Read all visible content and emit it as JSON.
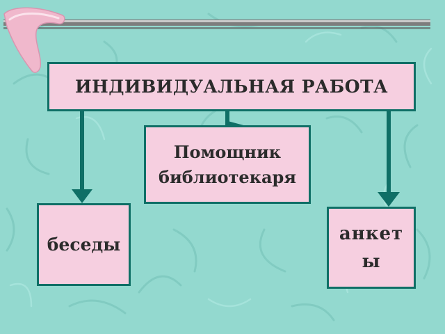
{
  "colors": {
    "background": "#93d9cf",
    "box_fill": "#f6cfe0",
    "box_border": "#0f6f66",
    "arrow": "#0f6f66",
    "bar": "#8a8a8a",
    "boomerang": "#f0b8cc"
  },
  "icons": [
    "boomerang-icon",
    "arrow-down-icon",
    "arrow-right-icon"
  ],
  "diagram": {
    "main_node": {
      "label": "ИНДИВИДУАЛЬНАЯ РАБОТА"
    },
    "helper_node": {
      "label": "Помощник библиотекаря"
    },
    "talks_node": {
      "label": "беседы"
    },
    "forms_node": {
      "label": "анкеты"
    }
  }
}
